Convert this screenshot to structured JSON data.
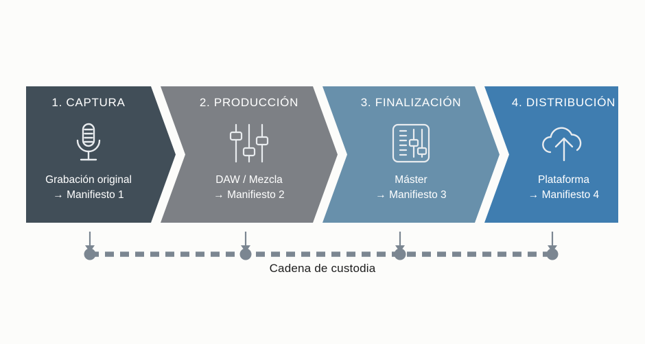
{
  "diagram": {
    "background_color": "#fcfcfa",
    "steps": [
      {
        "title": "1. CAPTURA",
        "desc_line1": "Grabación original",
        "desc_line2": "→ Manifiesto 1",
        "icon": "microphone-icon",
        "color": "#414e58"
      },
      {
        "title": "2. PRODUCCIÓN",
        "desc_line1": "DAW / Mezcla",
        "desc_line2": "→ Manifiesto 2",
        "icon": "mixer-faders-icon",
        "color": "#7d8085"
      },
      {
        "title": "3. FINALIZACIÓN",
        "desc_line1": "Máster",
        "desc_line2": "→ Manifiesto 3",
        "icon": "mastering-panel-icon",
        "color": "#6890ab"
      },
      {
        "title": "4. DISTRIBUCIÓN",
        "desc_line1": "Plataforma",
        "desc_line2": "→ Manifiesto 4",
        "icon": "cloud-upload-icon",
        "color": "#3f7db0"
      }
    ],
    "chain": {
      "label": "Cadena de custodia",
      "line_color": "#7b8691",
      "node_color": "#7b8691",
      "arrow_color": "#7b8691",
      "node_count": 4
    }
  }
}
